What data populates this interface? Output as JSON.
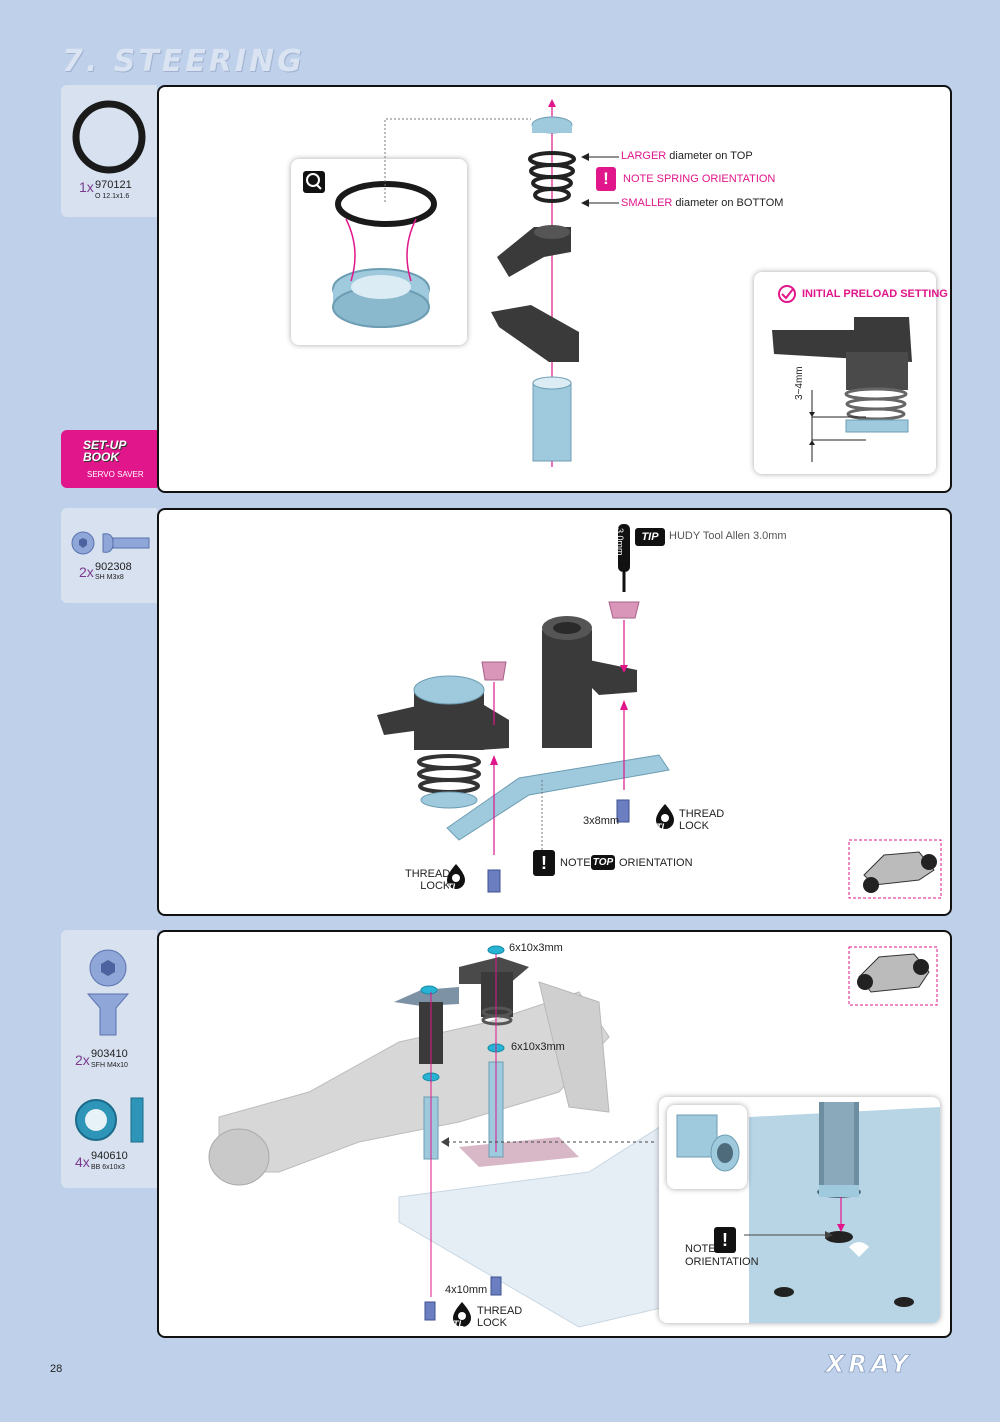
{
  "page": {
    "section_title": "7. STEERING",
    "page_number": "28",
    "brand": "XRAY"
  },
  "parts": [
    {
      "qty": "1x",
      "number": "970121",
      "desc": "O 12.1x1.6"
    },
    {
      "qty": "2x",
      "number": "902308",
      "desc": "SH M3x8"
    },
    {
      "qty": "2x",
      "number": "903410",
      "desc": "SFH M4x10"
    },
    {
      "qty": "4x",
      "number": "940610",
      "desc": "BB 6x10x3"
    }
  ],
  "setup_book": {
    "line1": "SET-UP",
    "line2": "BOOK",
    "caption": "SERVO SAVER"
  },
  "step1": {
    "larger_hl": "LARGER",
    "larger_rest": " diameter on TOP",
    "note_spring": "NOTE SPRING ORIENTATION",
    "smaller_hl": "SMALLER",
    "smaller_rest": " diameter on BOTTOM",
    "preload_title": "INITIAL PRELOAD SETTING",
    "preload_value": "3~4mm"
  },
  "step2": {
    "tip_badge": "TIP",
    "tip_text": "HUDY Tool Allen 3.0mm",
    "tool_size": "3.0mm",
    "screw_size": "3x8mm",
    "thread_lock_1": "THREAD",
    "thread_lock_2": "LOCK",
    "tl_badge": "TL",
    "note": "NOTE",
    "top_badge": "TOP",
    "orientation": "ORIENTATION"
  },
  "step3": {
    "bearing_top": "6x10x3mm",
    "bearing_mid": "6x10x3mm",
    "screw_size": "4x10mm",
    "thread_lock_1": "THREAD",
    "thread_lock_2": "LOCK",
    "tl_badge": "TL",
    "note_1": "NOTE",
    "note_2": "ORIENTATION"
  },
  "colors": {
    "background": "#bed0ea",
    "accent": "#e0168a",
    "qty": "#7a3b8e",
    "part_blue": "#9fc9dc",
    "part_dark": "#3a3a3a"
  }
}
